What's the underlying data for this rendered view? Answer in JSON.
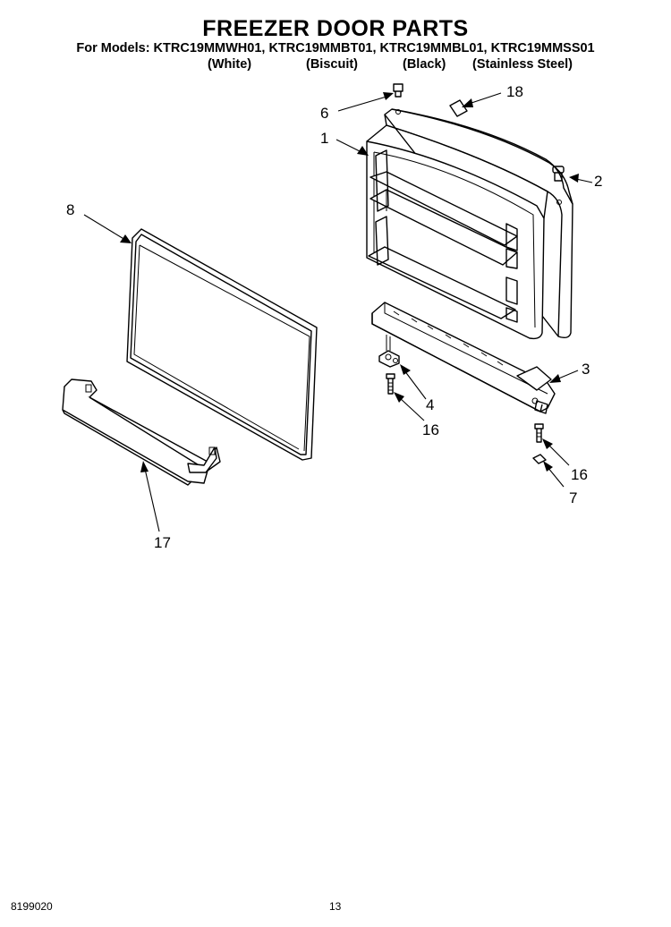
{
  "header": {
    "title": "FREEZER DOOR PARTS",
    "models": "For Models: KTRC19MMWH01, KTRC19MMBT01, KTRC19MMBL01, KTRC19MMSS01",
    "colors": [
      "(White)",
      "(Biscuit)",
      "(Black)",
      "(Stainless Steel)"
    ]
  },
  "callouts": {
    "c1": "1",
    "c2": "2",
    "c3": "3",
    "c4": "4",
    "c6": "6",
    "c7": "7",
    "c8": "8",
    "c16a": "16",
    "c16b": "16",
    "c17": "17",
    "c18": "18"
  },
  "footer": {
    "doc_number": "8199020",
    "page_number": "13"
  }
}
